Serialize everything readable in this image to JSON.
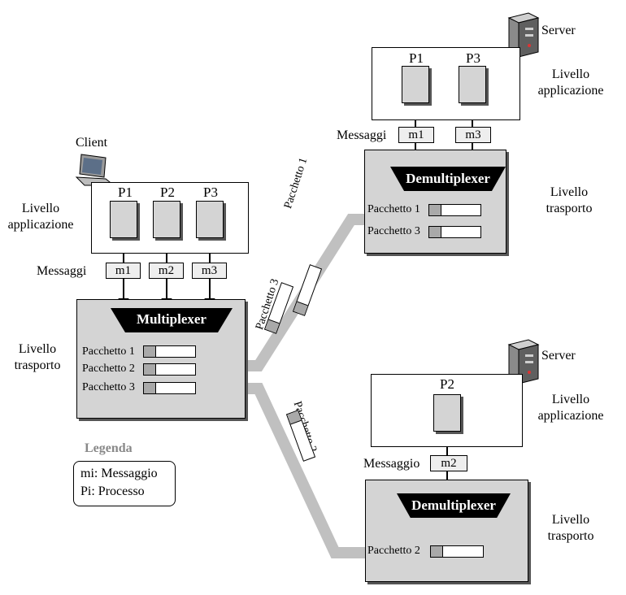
{
  "client": {
    "label": "Client",
    "app_layer": "Livello\napplicazione",
    "transport_layer": "Livello\ntrasporto",
    "processes": [
      "P1",
      "P2",
      "P3"
    ],
    "messages_label": "Messaggi",
    "messages": [
      "m1",
      "m2",
      "m3"
    ],
    "mux_label": "Multiplexer",
    "packets": [
      "Pacchetto 1",
      "Pacchetto 2",
      "Pacchetto 3"
    ]
  },
  "server_top": {
    "label": "Server",
    "app_layer": "Livello\napplicazione",
    "transport_layer": "Livello\ntrasporto",
    "processes": [
      "P1",
      "P3"
    ],
    "messages_label": "Messaggi",
    "messages": [
      "m1",
      "m3"
    ],
    "demux_label": "Demultiplexer",
    "packets": [
      "Pacchetto 1",
      "Pacchetto 3"
    ]
  },
  "server_bottom": {
    "label": "Server",
    "app_layer": "Livello\napplicazione",
    "transport_layer": "Livello\ntrasporto",
    "processes": [
      "P2"
    ],
    "messages_label": "Messaggio",
    "messages": [
      "m2"
    ],
    "demux_label": "Demultiplexer",
    "packets": [
      "Pacchetto 2"
    ]
  },
  "in_transit": [
    "Pacchetto 1",
    "Pacchetto 3",
    "Pacchetto 2"
  ],
  "legend": {
    "title": "Legenda",
    "items": [
      "mi: Messaggio",
      "Pi: Processo"
    ]
  },
  "colors": {
    "box_gray": "#d4d4d4",
    "link_gray": "#c0c0c0",
    "legend_title": "#888888",
    "header_gray": "#a9a9a9"
  },
  "icons": [
    "laptop-icon",
    "server-icon"
  ]
}
